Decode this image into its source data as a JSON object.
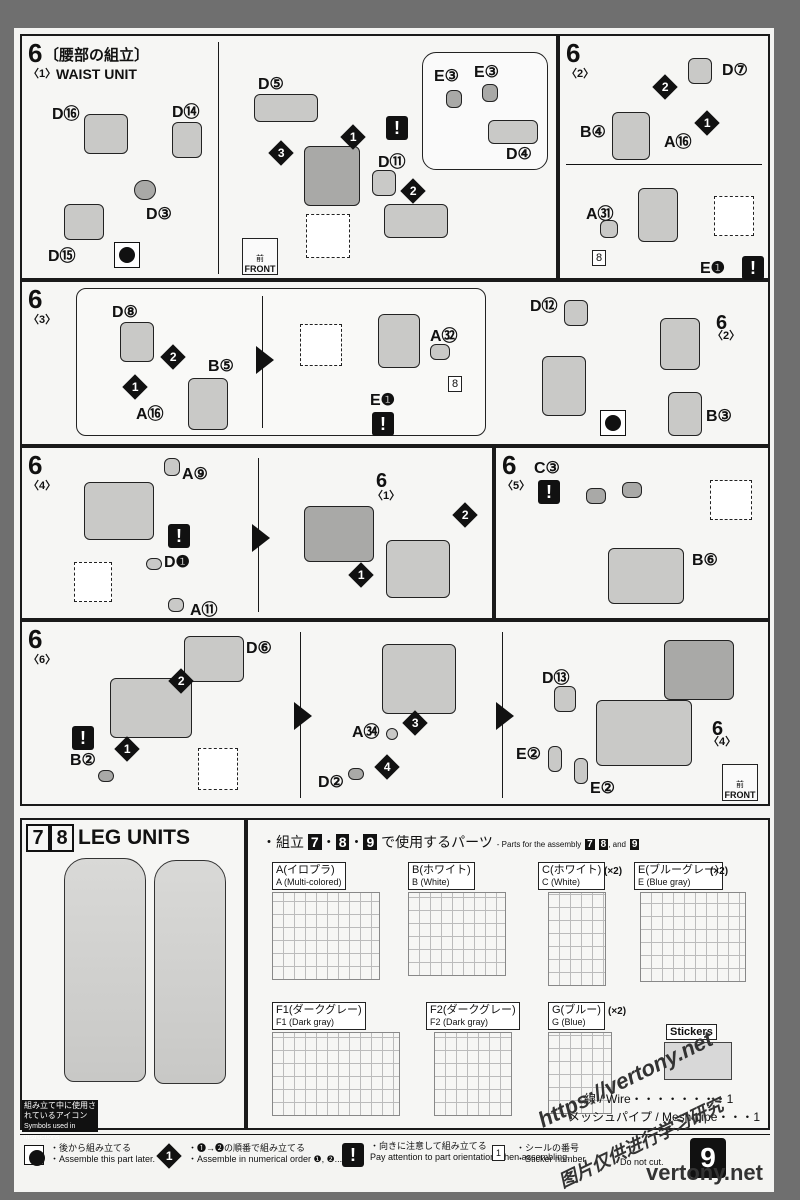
{
  "step6_1": {
    "number": "6",
    "sub": "〈1〉",
    "title_jp": "〔腰部の組立〕",
    "title_en": "WAIST UNIT",
    "labels": [
      "D⑯",
      "D⑭",
      "D③",
      "D⑮",
      "D⑤",
      "D⑪",
      "E③",
      "E③",
      "D④"
    ],
    "front_jp": "前",
    "front_en": "FRONT"
  },
  "step6_2": {
    "number": "6",
    "sub": "〈2〉",
    "labels": [
      "D⑦",
      "B④",
      "A⑯",
      "A㉛",
      "E❶"
    ],
    "sticker": "8"
  },
  "step6_3": {
    "number": "6",
    "sub": "〈3〉",
    "labels": [
      "D⑧",
      "B⑤",
      "A⑯",
      "A㉜",
      "E❶",
      "D⑫",
      "B③"
    ],
    "ref_number": "6",
    "ref_sub": "〈2〉",
    "sticker": "8"
  },
  "step6_4": {
    "number": "6",
    "sub": "〈4〉",
    "labels": [
      "A⑨",
      "D❶",
      "A⑪"
    ],
    "ref_number": "6",
    "ref_sub": "〈1〉"
  },
  "step6_5": {
    "number": "6",
    "sub": "〈5〉",
    "labels": [
      "C③",
      "B⑥"
    ]
  },
  "step6_6": {
    "number": "6",
    "sub": "〈6〉",
    "labels": [
      "D⑥",
      "B②",
      "A㉞",
      "D②",
      "D⑬",
      "E②",
      "E②"
    ],
    "ref_number": "6",
    "ref_sub": "〈4〉",
    "front_jp": "前",
    "front_en": "FRONT"
  },
  "legs": {
    "step_a": "7",
    "step_b": "8",
    "title": "LEG UNITS",
    "icons_jp": "組み立て中に使用されているアイコン",
    "icons_en": "Symbols used in instructions"
  },
  "parts_header": {
    "prefix_jp": "・組立",
    "n7": "7",
    "n8": "8",
    "n9": "9",
    "suffix_jp": "で使用するパーツ",
    "note_en": "- Parts for the assembly",
    "and": ", and"
  },
  "runners": [
    {
      "jp": "A(イロプラ)",
      "en": "A (Multi-colored)",
      "mult": ""
    },
    {
      "jp": "B(ホワイト)",
      "en": "B (White)",
      "mult": ""
    },
    {
      "jp": "C(ホワイト)",
      "en": "C (White)",
      "mult": "(×2)"
    },
    {
      "jp": "E(ブルーグレー)",
      "en": "E (Blue gray)",
      "mult": "(×2)"
    },
    {
      "jp": "F1(ダークグレー)",
      "en": "F1 (Dark gray)",
      "mult": ""
    },
    {
      "jp": "F2(ダークグレー)",
      "en": "F2 (Dark gray)",
      "mult": ""
    },
    {
      "jp": "G(ブルー)",
      "en": "G (Blue)",
      "mult": "(×2)"
    }
  ],
  "stickers": "Stickers",
  "extras": [
    "線 / Wire・・・・・・・・1",
    "メッシュパイプ / Mesh pipe・・・1"
  ],
  "legend": [
    {
      "jp": "・後から組み立てる",
      "en": "・Assemble this part later."
    },
    {
      "jp": "・❶→❷の順番で組み立てる",
      "en": "・Assemble in numerical order ❶, ❷..."
    },
    {
      "jp": "・向きに注意して組み立てる",
      "en": "Pay attention to part orientation when assembling."
    },
    {
      "jp": "・シールの番号",
      "en": "・Sticker number"
    },
    {
      "jp": "",
      "en": "Do not cut."
    }
  ],
  "watermark_url": "https://vertony.net",
  "watermark_cn": "图片仅供进行学习研究",
  "brand": "vertony.net",
  "page_number": "9"
}
